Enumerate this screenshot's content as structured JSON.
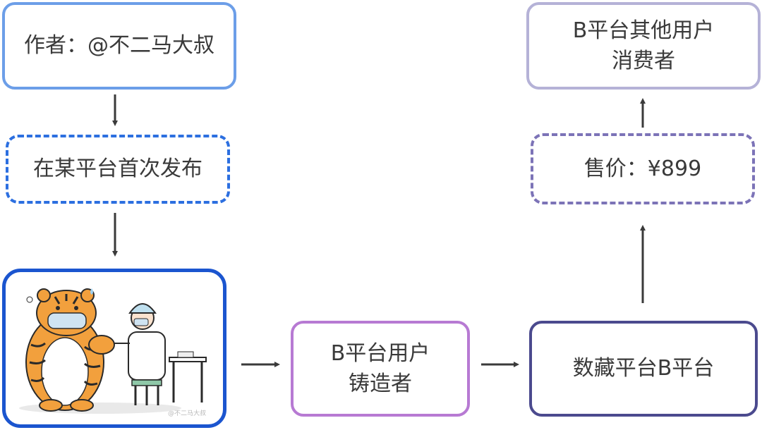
{
  "nodes": {
    "author": {
      "label": "作者：@不二马大叔"
    },
    "publish": {
      "label": "在某平台首次发布"
    },
    "artwork": {
      "watermark": "@不二马大叔"
    },
    "minter": {
      "line1": "B平台用户",
      "line2": "铸造者"
    },
    "platform": {
      "label": "数藏平台B平台"
    },
    "price": {
      "label": "售价：¥899"
    },
    "consumer": {
      "line1": "B平台其他用户",
      "line2": "消费者"
    }
  },
  "colors": {
    "author_border": "#6c9ee8",
    "publish_border": "#2c6fe0",
    "artwork_border": "#1b55cf",
    "minter_border": "#b77ad3",
    "platform_border": "#4b4a8e",
    "price_border": "#7c73b7",
    "consumer_border": "#b5b2d7",
    "arrow": "#3a3a3a"
  },
  "edges": [
    {
      "from": "author",
      "to": "publish"
    },
    {
      "from": "publish",
      "to": "artwork"
    },
    {
      "from": "artwork",
      "to": "minter"
    },
    {
      "from": "minter",
      "to": "platform"
    },
    {
      "from": "platform",
      "to": "price"
    },
    {
      "from": "price",
      "to": "consumer"
    }
  ]
}
